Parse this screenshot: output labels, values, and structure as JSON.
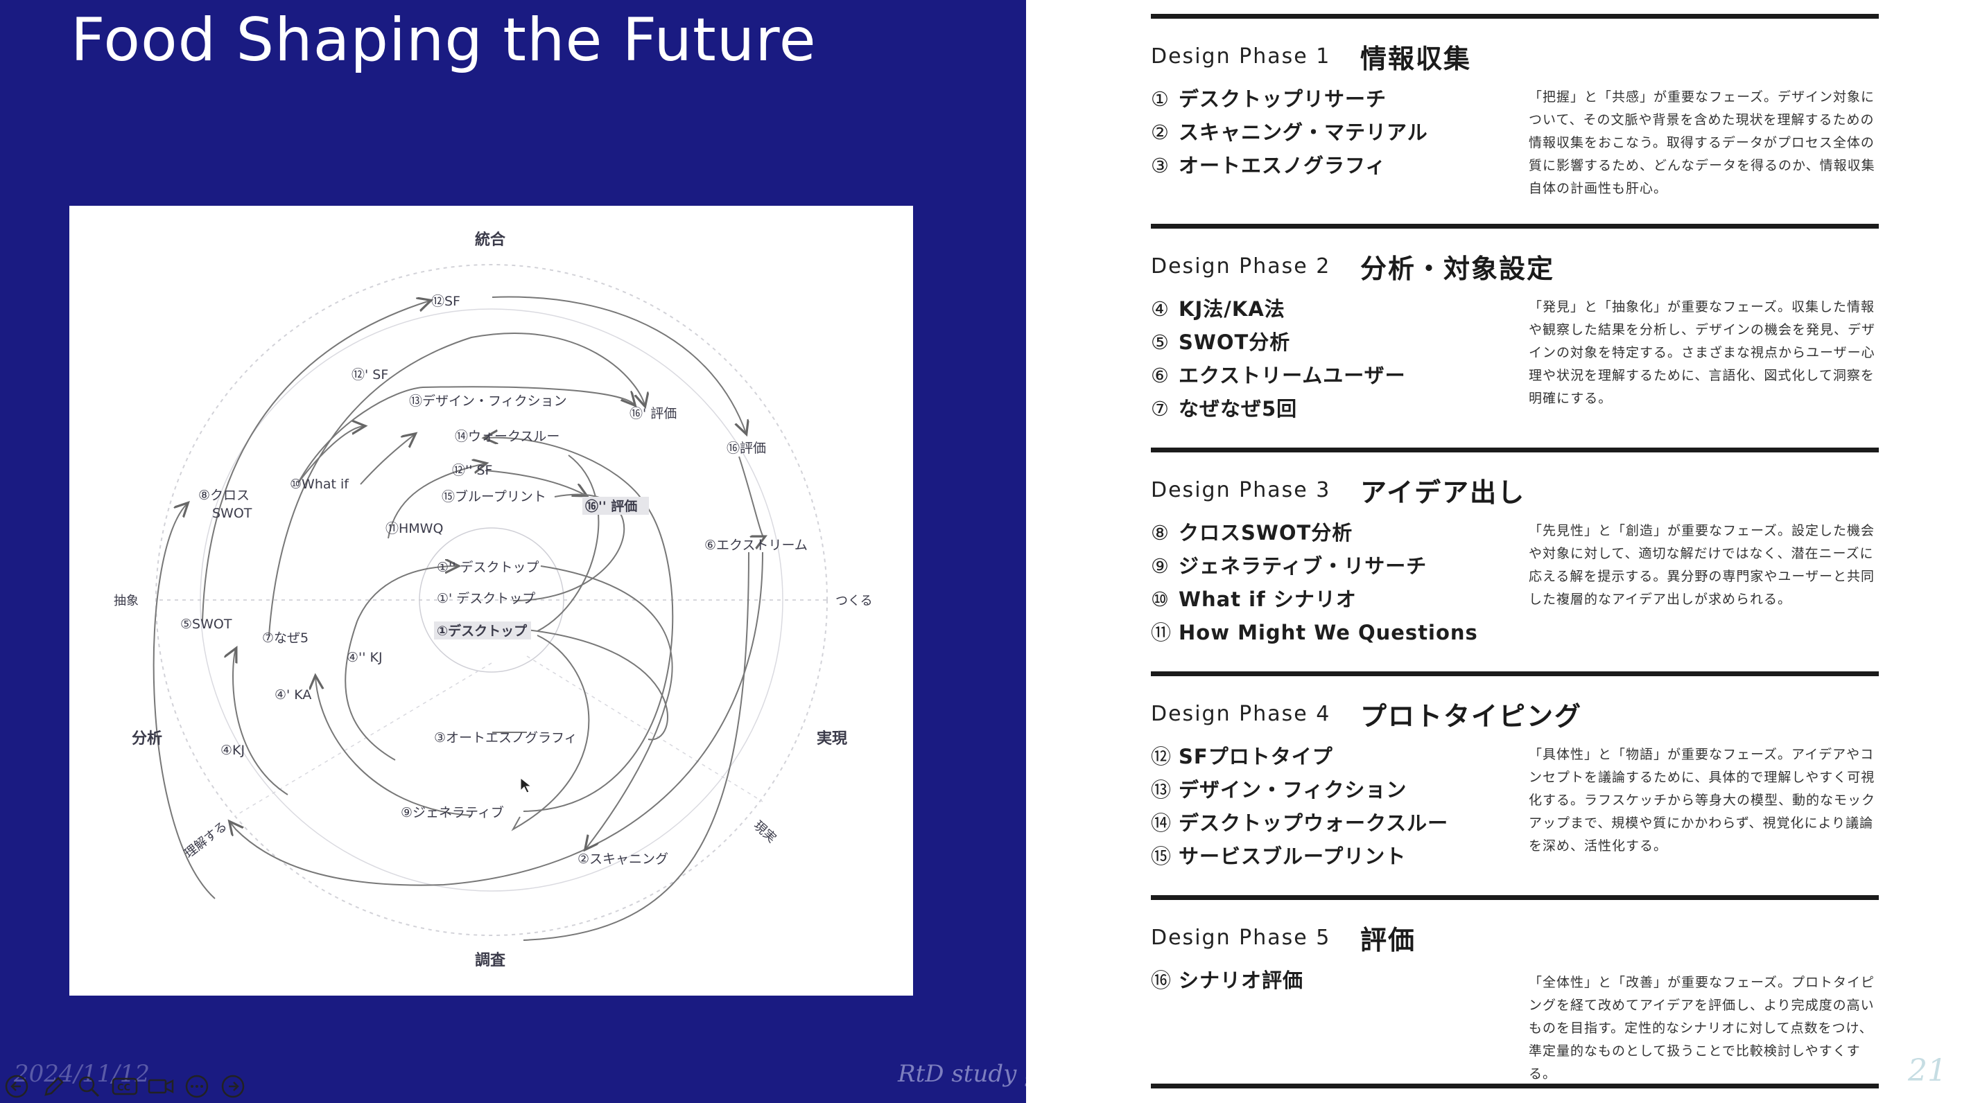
{
  "slide": {
    "title": "Food Shaping the Future",
    "date": "2024/11/12",
    "group": "RtD study group",
    "page_number": "21"
  },
  "diagram": {
    "axis": {
      "top": "統合",
      "bottom": "調査",
      "left_mid": "抽象",
      "right_mid": "つくる",
      "lower_left": "分析",
      "lower_right": "実現",
      "diag_left": "理解する",
      "diag_right": "現実"
    },
    "nodes": {
      "sf12": "⑫SF",
      "sf12p": "⑫' SF",
      "fiction13": "⑬デザイン・フィクション",
      "eval16p": "⑯' 評価",
      "eval16": "⑯評価",
      "walk14": "⑭ウォークスルー",
      "sf12pp": "⑫'' SF",
      "blueprint15": "⑮ブループリント",
      "eval16pp": "⑯'' 評価",
      "cross8a": "⑧クロス",
      "cross8b": "SWOT",
      "whatif10": "⑩What if",
      "hmwq11": "⑪HMWQ",
      "extreme6": "⑥エクストリーム",
      "desk1pp": "①'' デスクトップ",
      "desk1p": "①' デスクトップ",
      "desk1": "①デスクトップ",
      "swot5": "⑤SWOT",
      "naze7": "⑦なぜ5",
      "kj4pp": "④'' KJ",
      "ka4p": "④' KA",
      "kj4": "④KJ",
      "ethno3": "③オートエスノグラフィ",
      "generative9": "⑨ジェネラティブ",
      "scanning2": "②スキャニング"
    }
  },
  "toolbar": [
    "back-icon",
    "pen-icon",
    "zoom-icon",
    "captions-icon",
    "camera-icon",
    "more-icon",
    "forward-icon"
  ],
  "phases": [
    {
      "tag": "Design Phase 1",
      "name": "情報収集",
      "methods": [
        {
          "num": "①",
          "label": "デスクトップリサーチ"
        },
        {
          "num": "②",
          "label": "スキャニング・マテリアル"
        },
        {
          "num": "③",
          "label": "オートエスノグラフィ"
        }
      ],
      "desc": [
        "「把握」と「共感」が重要なフェーズ。デザイン対象に",
        "ついて、その文脈や背景を含めた現状を理解するための",
        "情報収集をおこなう。取得するデータがプロセス全体の",
        "質に影響するため、どんなデータを得るのか、情報収集",
        "自体の計画性も肝心。"
      ]
    },
    {
      "tag": "Design Phase 2",
      "name": "分析・対象設定",
      "methods": [
        {
          "num": "④",
          "label": "KJ法/KA法"
        },
        {
          "num": "⑤",
          "label": "SWOT分析"
        },
        {
          "num": "⑥",
          "label": "エクストリームユーザー"
        },
        {
          "num": "⑦",
          "label": "なぜなぜ5回"
        }
      ],
      "desc": [
        "「発見」と「抽象化」が重要なフェーズ。収集した情報",
        "や観察した結果を分析し、デザインの機会を発見、デザ",
        "インの対象を特定する。さまざまな視点からユーザー心",
        "理や状況を理解するために、言語化、図式化して洞察を",
        "明確にする。"
      ]
    },
    {
      "tag": "Design Phase 3",
      "name": "アイデア出し",
      "methods": [
        {
          "num": "⑧",
          "label": "クロスSWOT分析"
        },
        {
          "num": "⑨",
          "label": "ジェネラティブ・リサーチ"
        },
        {
          "num": "⑩",
          "label": "What if シナリオ"
        },
        {
          "num": "⑪",
          "label": "How Might We Questions"
        }
      ],
      "desc": [
        "「先見性」と「創造」が重要なフェーズ。設定した機会",
        "や対象に対して、適切な解だけではなく、潜在ニーズに",
        "応える解を提示する。異分野の専門家やユーザーと共同",
        "した複層的なアイデア出しが求められる。"
      ]
    },
    {
      "tag": "Design Phase 4",
      "name": "プロトタイピング",
      "methods": [
        {
          "num": "⑫",
          "label": "SFプロトタイプ"
        },
        {
          "num": "⑬",
          "label": "デザイン・フィクション"
        },
        {
          "num": "⑭",
          "label": "デスクトップウォークスルー"
        },
        {
          "num": "⑮",
          "label": "サービスブループリント"
        }
      ],
      "desc": [
        "「具体性」と「物語」が重要なフェーズ。アイデアやコ",
        "ンセプトを議論するために、具体的で理解しやすく可視",
        "化する。ラフスケッチから等身大の模型、動的なモック",
        "アップまで、規模や質にかかわらず、視覚化により議論",
        "を深め、活性化する。"
      ]
    },
    {
      "tag": "Design Phase 5",
      "name": "評価",
      "methods": [
        {
          "num": "⑯",
          "label": "シナリオ評価"
        }
      ],
      "desc": [
        "「全体性」と「改善」が重要なフェーズ。プロトタイピ",
        "ングを経て改めてアイデアを評価し、より完成度の高い",
        "ものを目指す。定性的なシナリオに対して点数をつけ、",
        "準定量的なものとして扱うことで比較検討しやすくする。"
      ]
    }
  ]
}
